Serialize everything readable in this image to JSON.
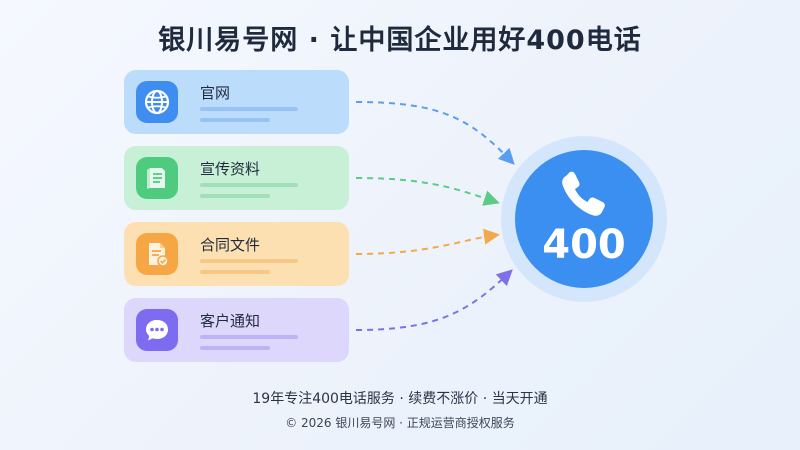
{
  "header": {
    "title": "银川易号网 · 让中国企业用好400电话"
  },
  "sources": [
    {
      "label": "官网",
      "icon": "globe-icon"
    },
    {
      "label": "宣传资料",
      "icon": "brochure-icon"
    },
    {
      "label": "合同文件",
      "icon": "contract-document-icon"
    },
    {
      "label": "客户通知",
      "icon": "chat-bubble-icon"
    }
  ],
  "hub": {
    "icon": "phone-handset-icon",
    "number": "400"
  },
  "footer": {
    "line1": "19年专注400电话服务 · 续费不涨价 · 当天开通",
    "line2": "© 2026 银川易号网 · 正规运营商授权服务"
  },
  "colors": {
    "website": "#3f8df0",
    "brochure": "#4ecb7f",
    "contract": "#f6a744",
    "notice": "#7d6cf0",
    "hub": "#3b8ff0"
  }
}
